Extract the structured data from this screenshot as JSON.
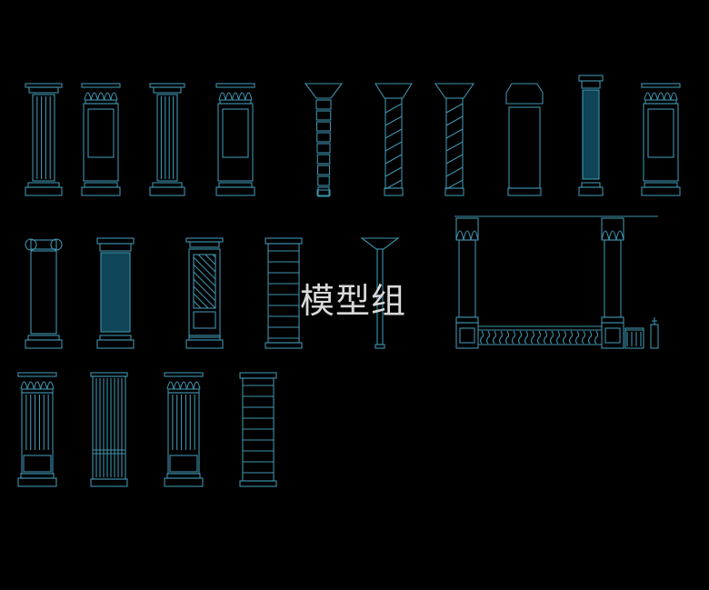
{
  "watermark": {
    "text": "模型组"
  },
  "colors": {
    "background": "#000000",
    "line": "#3f93ad",
    "fill": "#0f4556",
    "watermark": "#d9d9d9"
  },
  "drawing": {
    "items": [
      "fluted-column",
      "panel-column",
      "fluted-column",
      "panel-column",
      "ringed-column",
      "spiral-column",
      "spiral-column",
      "block-column",
      "solid-column",
      "panel-column",
      "ionic-column",
      "solid-column",
      "lattice-column",
      "banded-column",
      "slender-column",
      "colonnade-balustrade",
      "corinthian-column",
      "ribbed-column",
      "corinthian-column",
      "banded-column"
    ]
  }
}
